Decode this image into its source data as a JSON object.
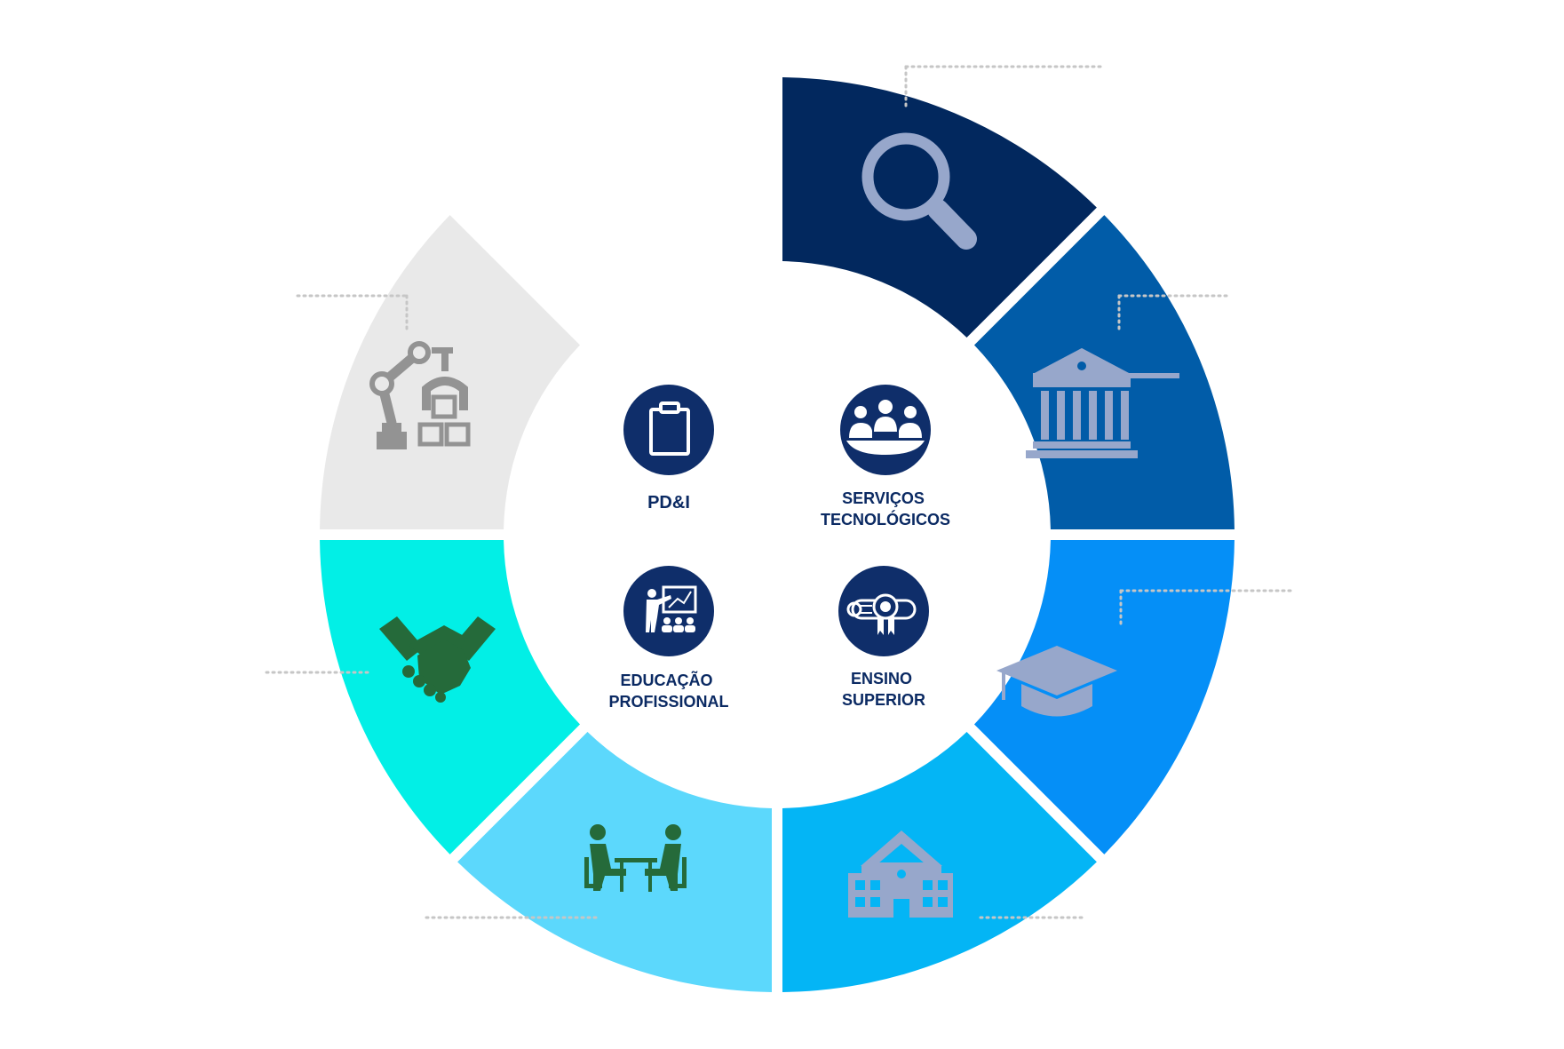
{
  "colors": {
    "navy": "#02285e",
    "royal_blue": "#015ca8",
    "bright_blue": "#058ff7",
    "sky_blue": "#04b5f5",
    "light_cyan": "#5cd8fc",
    "turquoise": "#02efe6",
    "light_gray": "#e9e9e9",
    "icon_lavender": "#97a7cb",
    "icon_green": "#256a3a",
    "icon_gray": "#939393",
    "center_text": "#0b2a63",
    "center_circle": "#0f2e6a"
  },
  "segments": [
    {
      "id": "search",
      "color": "navy",
      "icon": "magnifying-glass-icon"
    },
    {
      "id": "institution",
      "color": "royal_blue",
      "icon": "bank-building-icon"
    },
    {
      "id": "education",
      "color": "bright_blue",
      "icon": "graduation-cap-icon"
    },
    {
      "id": "school",
      "color": "sky_blue",
      "icon": "school-building-icon"
    },
    {
      "id": "meeting",
      "color": "light_cyan",
      "icon": "meeting-table-icon"
    },
    {
      "id": "partnership",
      "color": "turquoise",
      "icon": "handshake-icon"
    },
    {
      "id": "industry",
      "color": "light_gray",
      "icon": "robot-arm-icon"
    }
  ],
  "center": {
    "items": [
      {
        "icon": "clipboard-icon",
        "label_lines": [
          "PD&I"
        ]
      },
      {
        "icon": "group-meeting-icon",
        "label_lines": [
          "SERVIÇOS",
          "TECNOLÓGICOS"
        ]
      },
      {
        "icon": "teacher-presentation-icon",
        "label_lines": [
          "EDUCAÇÃO",
          "PROFISSIONAL"
        ]
      },
      {
        "icon": "diploma-icon",
        "label_lines": [
          "ENSINO",
          "SUPERIOR"
        ]
      }
    ]
  }
}
